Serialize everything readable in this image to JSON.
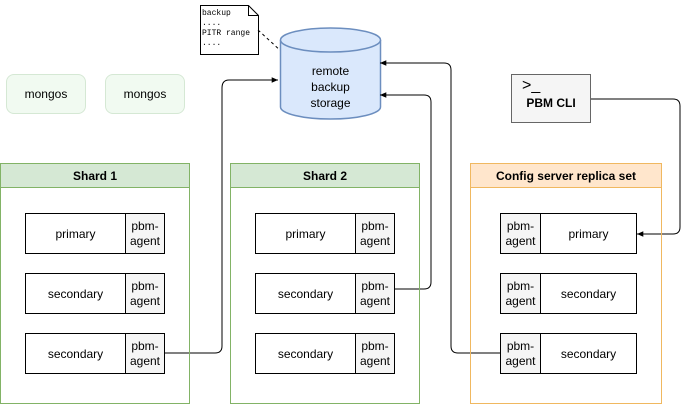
{
  "routers": [
    {
      "label": "mongos"
    },
    {
      "label": "mongos"
    }
  ],
  "storage": {
    "line1": "remote",
    "line2": "backup",
    "line3": "storage"
  },
  "note": {
    "lines": [
      "backup",
      "....",
      "PITR range",
      "...."
    ]
  },
  "cli": {
    "prompt": ">_",
    "label": "PBM CLI"
  },
  "shards": [
    {
      "title": "Shard 1",
      "members": [
        {
          "role": "primary",
          "agent": [
            "pbm-",
            "agent"
          ]
        },
        {
          "role": "secondary",
          "agent": [
            "pbm-",
            "agent"
          ]
        },
        {
          "role": "secondary",
          "agent": [
            "pbm-",
            "agent"
          ]
        }
      ]
    },
    {
      "title": "Shard 2",
      "members": [
        {
          "role": "primary",
          "agent": [
            "pbm-",
            "agent"
          ]
        },
        {
          "role": "secondary",
          "agent": [
            "pbm-",
            "agent"
          ]
        },
        {
          "role": "secondary",
          "agent": [
            "pbm-",
            "agent"
          ]
        }
      ]
    }
  ],
  "config": {
    "title": "Config server replica set",
    "members": [
      {
        "role": "primary",
        "agent": [
          "pbm-",
          "agent"
        ]
      },
      {
        "role": "secondary",
        "agent": [
          "pbm-",
          "agent"
        ]
      },
      {
        "role": "secondary",
        "agent": [
          "pbm-",
          "agent"
        ]
      }
    ]
  },
  "colors": {
    "shard_fill": "#d5e8d4",
    "shard_border": "#82b366",
    "config_fill": "#ffe6cc",
    "config_border": "#f0b860",
    "storage_fill": "#dae8fc",
    "storage_border": "#6c8ebf"
  }
}
